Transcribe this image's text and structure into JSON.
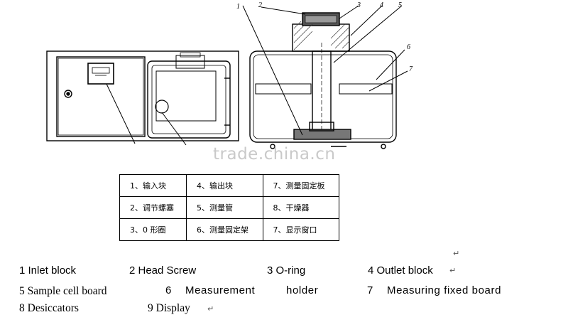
{
  "callouts": [
    "1",
    "2",
    "3",
    "4",
    "5",
    "6",
    "7"
  ],
  "watermark": "trade.china.cn",
  "parts_table": {
    "rows": [
      [
        "1、输入块",
        "4、输出块",
        "7、测量固定板"
      ],
      [
        "2、调节螺塞",
        "5、测量管",
        "8、干燥器"
      ],
      [
        "3、0  形圈",
        "6、测量固定架",
        "7、显示窗口"
      ]
    ]
  },
  "legend": {
    "row1": [
      "1 Inlet block",
      "2 Head Screw",
      "3 O-ring",
      "4 Outlet block"
    ],
    "row2": [
      "5 Sample cell board",
      "6",
      "Measurement",
      "holder",
      "7",
      "Measuring fixed board"
    ],
    "row3": [
      "8 Desiccators",
      "9 Display"
    ]
  },
  "paragraph_mark": "↵"
}
